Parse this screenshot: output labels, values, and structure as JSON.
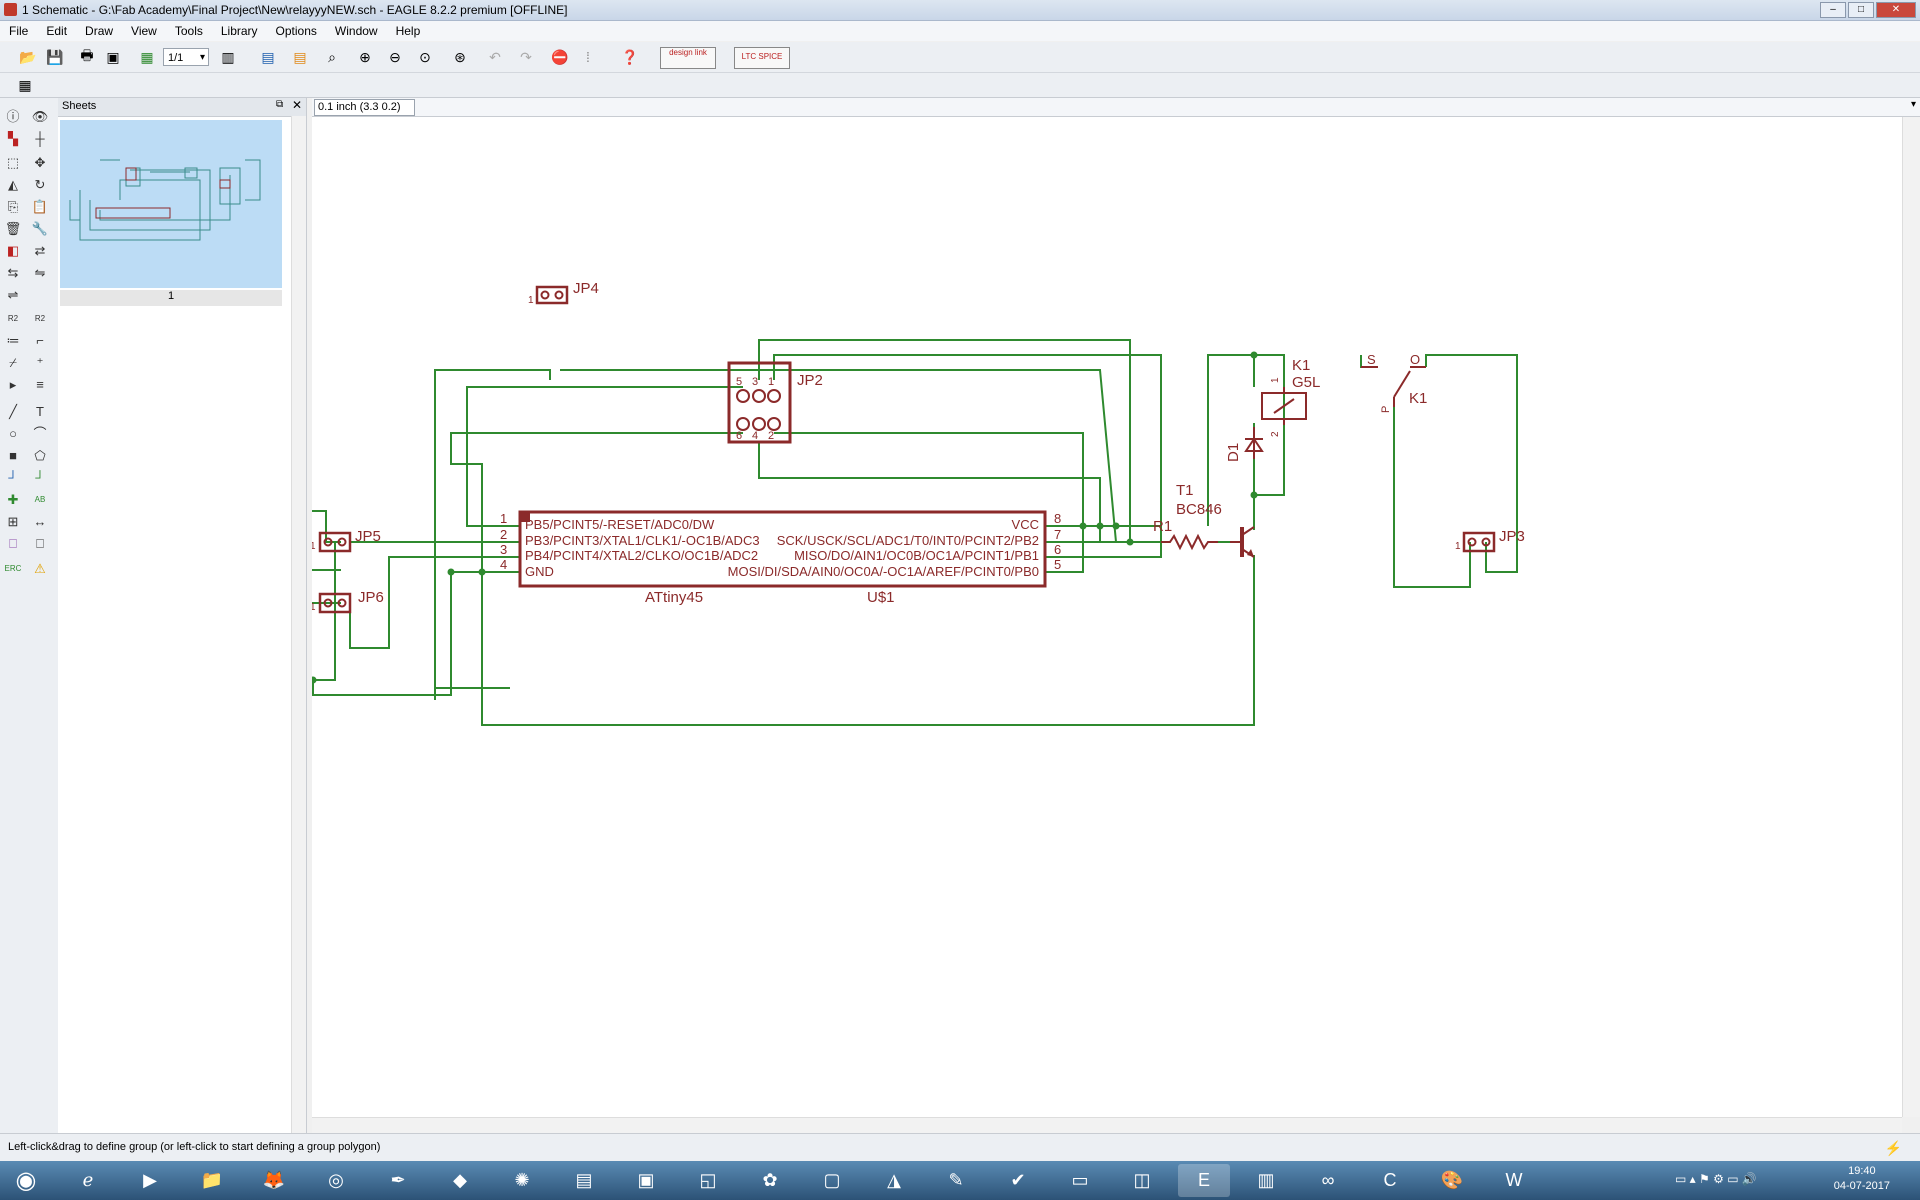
{
  "window": {
    "title": "1 Schematic - G:\\Fab Academy\\Final Project\\New\\relayyyNEW.sch - EAGLE 8.2.2 premium [OFFLINE]"
  },
  "menu": [
    "File",
    "Edit",
    "Draw",
    "View",
    "Tools",
    "Library",
    "Options",
    "Window",
    "Help"
  ],
  "toolbar": {
    "sheet_select": "1/1",
    "design_link_label": "design link",
    "ltspice_label": "LTC SPICE"
  },
  "sheets_panel": {
    "title": "Sheets",
    "sheet_number": "1"
  },
  "coordinate": "0.1 inch (3.3 0.2)",
  "schematic": {
    "ic": {
      "name": "U$1",
      "value": "ATtiny45",
      "left_pins": [
        {
          "num": "1",
          "label": "PB5/PCINT5/-RESET/ADC0/DW"
        },
        {
          "num": "2",
          "label": "PB3/PCINT3/XTAL1/CLK1/-OC1B/ADC3"
        },
        {
          "num": "3",
          "label": "PB4/PCINT4/XTAL2/CLKO/OC1B/ADC2"
        },
        {
          "num": "4",
          "label": "GND"
        }
      ],
      "right_pins": [
        {
          "num": "8",
          "label": "VCC"
        },
        {
          "num": "7",
          "label": "SCK/USCK/SCL/ADC1/T0/INT0/PCINT2/PB2"
        },
        {
          "num": "6",
          "label": "MISO/DO/AIN1/OC0B/OC1A/PCINT1/PB1"
        },
        {
          "num": "5",
          "label": "MOSI/DI/SDA/AIN0/OC0A/-OC1A/AREF/PCINT0/PB0"
        }
      ]
    },
    "jp4": {
      "name": "JP4",
      "pin1": "1"
    },
    "jp5": {
      "name": "JP5",
      "pin1": "1"
    },
    "jp6": {
      "name": "JP6",
      "pin1": "1"
    },
    "jp3": {
      "name": "JP3",
      "pin1": "1"
    },
    "jp2": {
      "name": "JP2",
      "pins_top": [
        "5",
        "3",
        "1"
      ],
      "pins_bottom": [
        "6",
        "4",
        "2"
      ]
    },
    "r1": {
      "name": "R1"
    },
    "t1": {
      "name": "T1",
      "value": "BC846"
    },
    "d1": {
      "name": "D1"
    },
    "k1_coil": {
      "name": "K1",
      "value": "G5L",
      "pin_a": "1",
      "pin_b": "2"
    },
    "k1_switch": {
      "name": "K1",
      "s": "S",
      "o": "O",
      "p": "P"
    }
  },
  "status_text": "Left-click&drag to define group (or left-click to start defining a group polygon)",
  "clock": {
    "time": "19:40",
    "date": "04-07-2017"
  },
  "colors": {
    "wire": "#2f8a2f",
    "part": "#8b2a2a",
    "sheet_thumb": "#bcdcf5"
  }
}
